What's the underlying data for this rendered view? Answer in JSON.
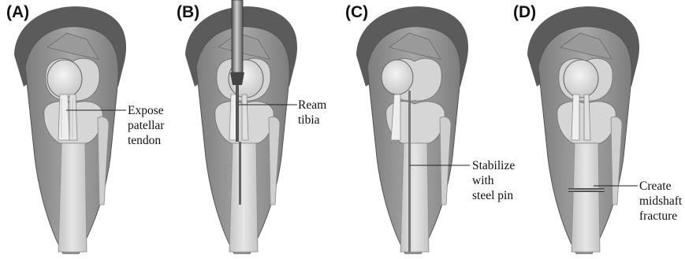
{
  "figure": {
    "panels": [
      {
        "id": "A",
        "letter": "(A)",
        "caption_lines": [
          "Expose",
          "patellar",
          "tendon"
        ]
      },
      {
        "id": "B",
        "letter": "(B)",
        "caption_lines": [
          "Ream",
          "tibia"
        ]
      },
      {
        "id": "C",
        "letter": "(C)",
        "caption_lines": [
          "Stabilize",
          "with",
          "steel pin"
        ]
      },
      {
        "id": "D",
        "letter": "(D)",
        "caption_lines": [
          "Create",
          "midshaft",
          "fracture"
        ]
      }
    ],
    "colors": {
      "fur": "#5b5b5b",
      "skin": "#8f8f8f",
      "bone": "#d9d9d9",
      "cartilage": "#e8e8e8",
      "steel": "#777777"
    }
  }
}
